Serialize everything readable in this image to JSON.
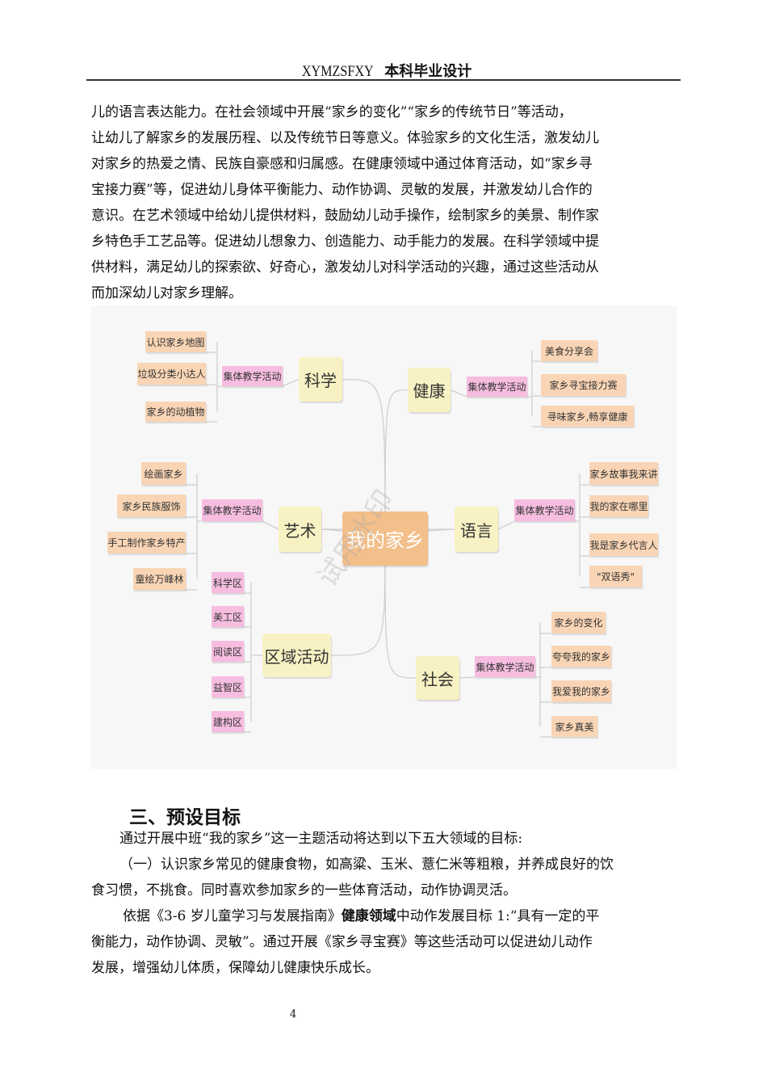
{
  "header": {
    "code": "XYMZSFXY",
    "title": "本科毕业设计"
  },
  "para1": [
    "儿的语言表达能力。在社会领域中开展“家乡的变化”“家乡的传统节日”等活动，",
    "让幼儿了解家乡的发展历程、以及传统节日等意义。体验家乡的文化生活，激发幼儿",
    "对家乡的热爱之情、民族自豪感和归属感。在健康领域中通过体育活动，如“家乡寻",
    "宝接力赛”等，促进幼儿身体平衡能力、动作协调、灵敏的发展，并激发幼儿合作的",
    "意识。在艺术领域中给幼儿提供材料，鼓励幼儿动手操作，绘制家乡的美景、制作家",
    "乡特色手工艺品等。促进幼儿想象力、创造能力、动手能力的发展。在科学领域中提",
    "供材料，满足幼儿的探索欲、好奇心，激发幼儿对科学活动的兴趣，通过这些活动从",
    "而加深幼儿对家乡理解。"
  ],
  "mindmap": {
    "center": "我的家乡",
    "watermark": "试用水印",
    "colors": {
      "center": "#f3bf8a",
      "branch": "#f8f1c3",
      "activity": "#f6bde0",
      "leaf": "#f9d5b5"
    },
    "branches": [
      {
        "label": "科学",
        "activity": "集体教学活动",
        "items": [
          "认识家乡地图",
          "垃圾分类小达人",
          "家乡的动植物"
        ]
      },
      {
        "label": "健康",
        "activity": "集体教学活动",
        "items": [
          "美食分享会",
          "家乡寻宝接力赛",
          "寻味家乡,畅享健康"
        ]
      },
      {
        "label": "艺术",
        "activity": "集体教学活动",
        "items": [
          "绘画家乡",
          "家乡民族服饰",
          "手工制作家乡特产",
          "童绘万峰林"
        ]
      },
      {
        "label": "语言",
        "activity": "集体教学活动",
        "items": [
          "家乡故事我来讲",
          "我的家在哪里",
          "我是家乡代言人",
          "\"双语秀\""
        ]
      },
      {
        "label": "区域活动",
        "activity": "",
        "items": [
          "科学区",
          "美工区",
          "阅读区",
          "益智区",
          "建构区"
        ]
      },
      {
        "label": "社会",
        "activity": "集体教学活动",
        "items": [
          "家乡的变化",
          "夸夸我的家乡",
          "我爱我的家乡",
          "家乡真美"
        ]
      }
    ]
  },
  "section": {
    "title": "三、预设目标",
    "intro": "通过开展中班“我的家乡”这一主题活动将达到以下五大领域的目标:",
    "goal1": [
      "（一）认识家乡常见的健康食物，如高粱、玉米、薏仁米等粗粮，并养成良好的饮",
      "食习惯，不挑食。同时喜欢参加家乡的一些体育活动，动作协调灵活。"
    ],
    "p2_a": "依据《3-6 岁儿童学习与发展指南》",
    "p2_bold": "健康领域",
    "p2_b": "中动作发展目标 1:“具有一定的平",
    "p2": [
      "衡能力，动作协调、灵敏”。通过开展《家乡寻宝赛》等这些活动可以促进幼儿动作",
      "发展，增强幼儿体质，保障幼儿健康快乐成长。"
    ]
  },
  "page_number": "4"
}
